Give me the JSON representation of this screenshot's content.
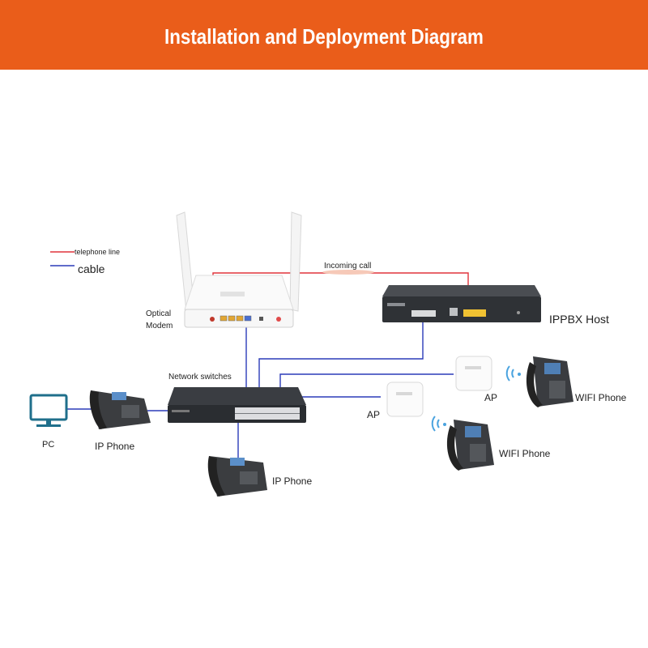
{
  "banner": {
    "title": "Installation and Deployment Diagram"
  },
  "legend": {
    "telephone_line": "telephone line",
    "cable": "cable"
  },
  "labels": {
    "optical_modem_line1": "Optical",
    "optical_modem_line2": "Modem",
    "incoming_call": "Incoming call",
    "ippbx_host": "IPPBX Host",
    "network_switches": "Network switches",
    "pc": "PC",
    "ip_phone_left": "IP Phone",
    "ip_phone_bottom": "IP Phone",
    "ap_right": "AP",
    "ap_left": "AP",
    "wifi_phone_right": "WIFI Phone",
    "wifi_phone_middle": "WIFI Phone"
  },
  "colors": {
    "banner": "#ea5d1a",
    "telephone_line": "#e0343b",
    "cable": "#2b3bb8"
  }
}
